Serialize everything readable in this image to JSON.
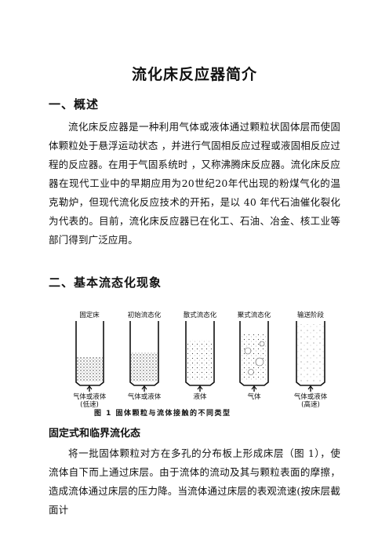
{
  "document": {
    "title": "流化床反应器简介",
    "sections": [
      {
        "heading": "一、概述",
        "paragraph": "流化床反应器是一种利用气体或液体通过颗粒状固体层而使固体颗粒处于悬浮运动状态 ，并进行气固相反应过程或液固相反应过程的反应器。在用于气固系统时 ，又称沸腾床反应器。流化床反应器在现代工业中的早期应用为20世纪20年代出现的粉煤气化的温克勒炉，但现代流化反应技术的开拓，是以 40 年代石油催化裂化为代表的。目前，流化床反应器已在化工、石油、冶金、核工业等部门得到广泛应用。"
      },
      {
        "heading": "二、基本流态化现象"
      }
    ],
    "figure": {
      "columns": [
        {
          "top_label": "固定床",
          "bottom_label": "气体或液体",
          "bottom_sub": "(低速)"
        },
        {
          "top_label": "初始流态化",
          "bottom_label": "气体或液体",
          "bottom_sub": ""
        },
        {
          "top_label": "散式流态化",
          "bottom_label": "液体",
          "bottom_sub": ""
        },
        {
          "top_label": "聚式流态化",
          "bottom_label": "气体",
          "bottom_sub": ""
        },
        {
          "top_label": "输送阶段",
          "bottom_label": "气体或液体",
          "bottom_sub": "(高速)"
        }
      ],
      "caption": "图 1   固体颗粒与流体接触的不同类型"
    },
    "subsection": {
      "heading": "固定式和临界流化态",
      "paragraph": "将一批固体颗粒对方在多孔的分布板上形成床层（图 1），使流体自下而上通过床层。由于流体的流动及其与颗粒表面的摩擦，造成流体通过床层的压力降。当流体通过床层的表观流速(按床层截面计"
    }
  }
}
